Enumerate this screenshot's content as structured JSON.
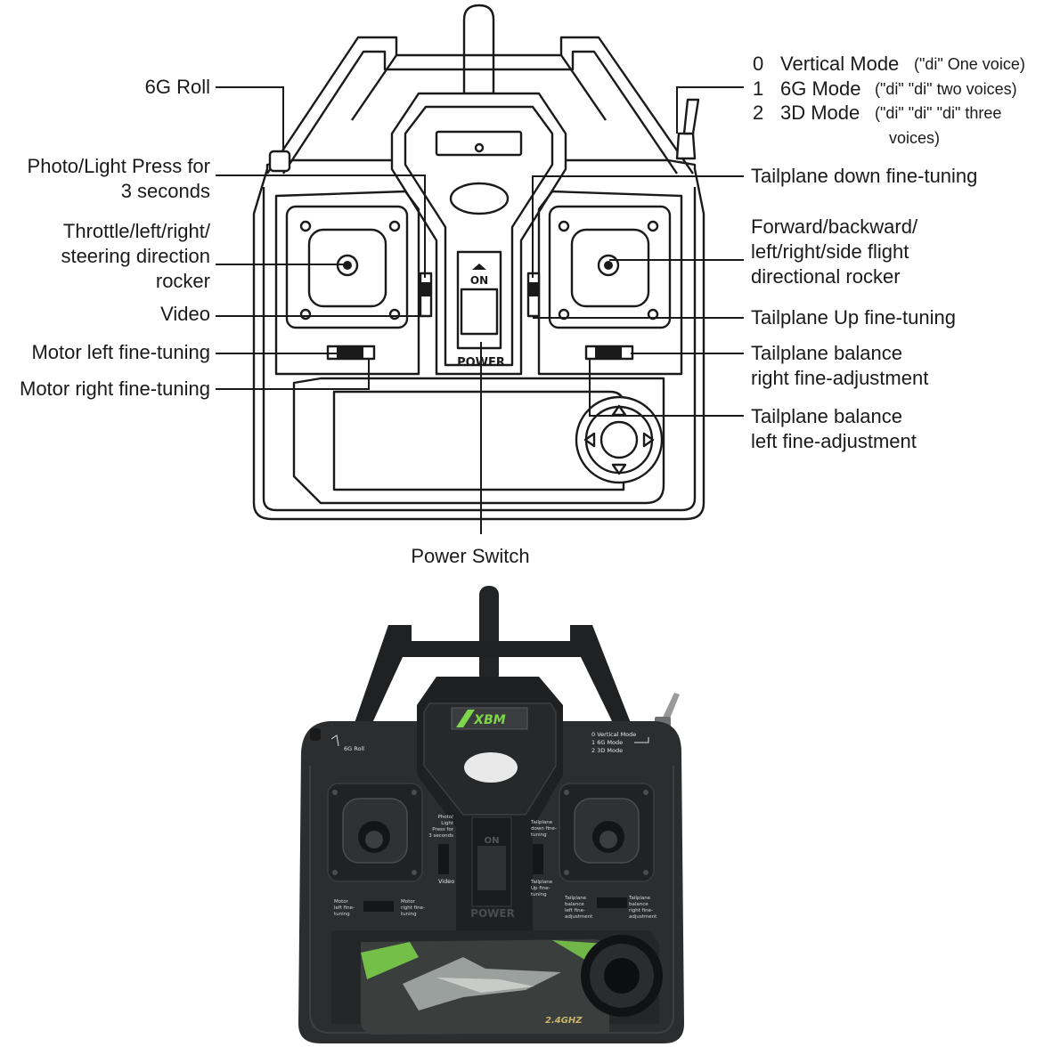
{
  "diagram": {
    "callouts": {
      "roll_6g": "6G Roll",
      "photo_light_1": "Photo/Light Press for",
      "photo_light_2": "3 seconds",
      "throttle_1": "Throttle/left/right/",
      "throttle_2": "steering direction",
      "throttle_3": "rocker",
      "video": "Video",
      "motor_left": "Motor left fine-tuning",
      "motor_right": "Motor right fine-tuning",
      "power_switch": "Power Switch",
      "tail_down": "Tailplane down fine-tuning",
      "forward_1": "Forward/backward/",
      "forward_2": "left/right/side flight",
      "forward_3": "directional rocker",
      "tail_up": "Tailplane Up fine-tuning",
      "bal_right_1": "Tailplane balance",
      "bal_right_2": "right fine-adjustment",
      "bal_left_1": "Tailplane balance",
      "bal_left_2": "left fine-adjustment"
    },
    "modes": [
      {
        "num": "0",
        "name": "Vertical Mode",
        "note": "(\"di\" One voice)"
      },
      {
        "num": "1",
        "name": "6G Mode",
        "note": "(\"di\" \"di\" two voices)"
      },
      {
        "num": "2",
        "name": "3D Mode",
        "note": "(\"di\" \"di\" \"di\" three"
      }
    ],
    "modes_note_cont": "voices)",
    "switch_on": "ON",
    "switch_power": "POWER"
  },
  "photo": {
    "brand": "XBM",
    "band": "2.4GHZ",
    "switch_on": "ON",
    "switch_power": "POWER",
    "roll_label": "6G Roll",
    "modes": [
      "0   Vertical Mode",
      "1   6G Mode",
      "2   3D Mode"
    ],
    "photo_light": [
      "Photo/",
      "Light",
      "Press for",
      "3 seconds"
    ],
    "video": "Video",
    "tail_down": [
      "Tailplane",
      "down fine-",
      "tuning"
    ],
    "tail_up": [
      "Tailplane",
      "Up fine-",
      "tuning"
    ],
    "motor_left": [
      "Motor",
      "left fine-",
      "tuning"
    ],
    "motor_right": [
      "Motor",
      "right fine-",
      "tuning"
    ],
    "bal_left": [
      "Tailplane",
      "balance",
      "left fine-",
      "adjustment"
    ],
    "bal_right": [
      "Tailplane",
      "balance",
      "right fine-",
      "adjustment"
    ]
  },
  "colors": {
    "ink": "#1a1a1a",
    "body": "#2b2d2f",
    "accent_green": "#7fd64a"
  }
}
